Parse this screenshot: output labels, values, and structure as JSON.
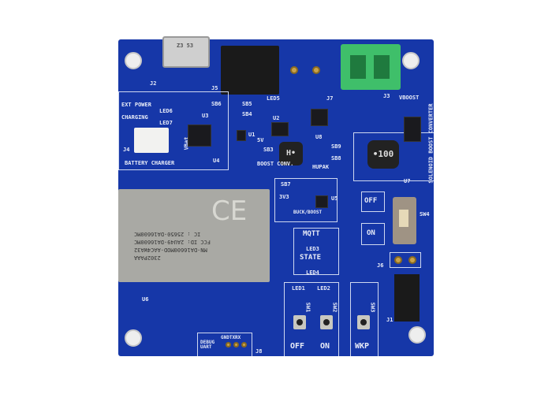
{
  "board": {
    "connectors": {
      "j2": "J2",
      "j5": "J5",
      "j3": "J3",
      "j4": "J4",
      "j7": "J7",
      "j6": "J6",
      "j1": "J1",
      "j8": "J8",
      "usb_marking": "Z3 53"
    },
    "sections": {
      "ext_power": "EXT POWER",
      "charging": "CHARGING",
      "battery_charger": "BATTERY CHARGER",
      "boost_conv": "BOOST CONV.",
      "v5": "5V",
      "hupak": "HUPAK",
      "vboost": "VBOOST",
      "solenoid": "SOLENOID BOOST CONVERTER",
      "buck_boost": "BUCK/BOOST",
      "v3v3": "3V3",
      "off": "OFF",
      "on": "ON",
      "mqtt": "MQTT",
      "state": "STATE",
      "debug_uart": "DEBUG UART",
      "gnd_tx_rx": "GNDTXRX",
      "btn_off": "OFF",
      "btn_on": "ON",
      "btn_wkp": "WKP"
    },
    "refs": {
      "led5": "LED5",
      "led6": "LED6",
      "led7": "LED7",
      "led3": "LED3",
      "led4": "LED4",
      "led1": "LED1",
      "led2": "LED2",
      "sb5": "SB5",
      "sb4": "SB4",
      "sb6": "SB6",
      "sb3": "SB3",
      "sb9": "SB9",
      "sb8": "SB8",
      "sb7": "SB7",
      "u1": "U1",
      "u2": "U2",
      "u3": "U3",
      "u4": "U4",
      "u5": "U5",
      "u6": "U6",
      "u7": "U7",
      "u8": "U8",
      "vbat": "VBat",
      "sw1": "SW1",
      "sw2": "SW2",
      "sw3": "SW3",
      "sw4": "SW4"
    },
    "inductors": {
      "boost": "H•",
      "solenoid": "•100"
    },
    "module": {
      "ce": "CE",
      "ic": "IC : 25650-DA16600MC",
      "fcc": "FCC ID: 2AU49-DA16600MC",
      "model": "MN-DA16600MOD-AAC4WA32",
      "lot": "2302PAAA"
    }
  },
  "colors": {
    "pcb": "#1637a8",
    "silk": "#e8ecf8",
    "terminal": "#3fbf6a",
    "header": "#1a1a1a",
    "shield": "#a9a9a4"
  }
}
